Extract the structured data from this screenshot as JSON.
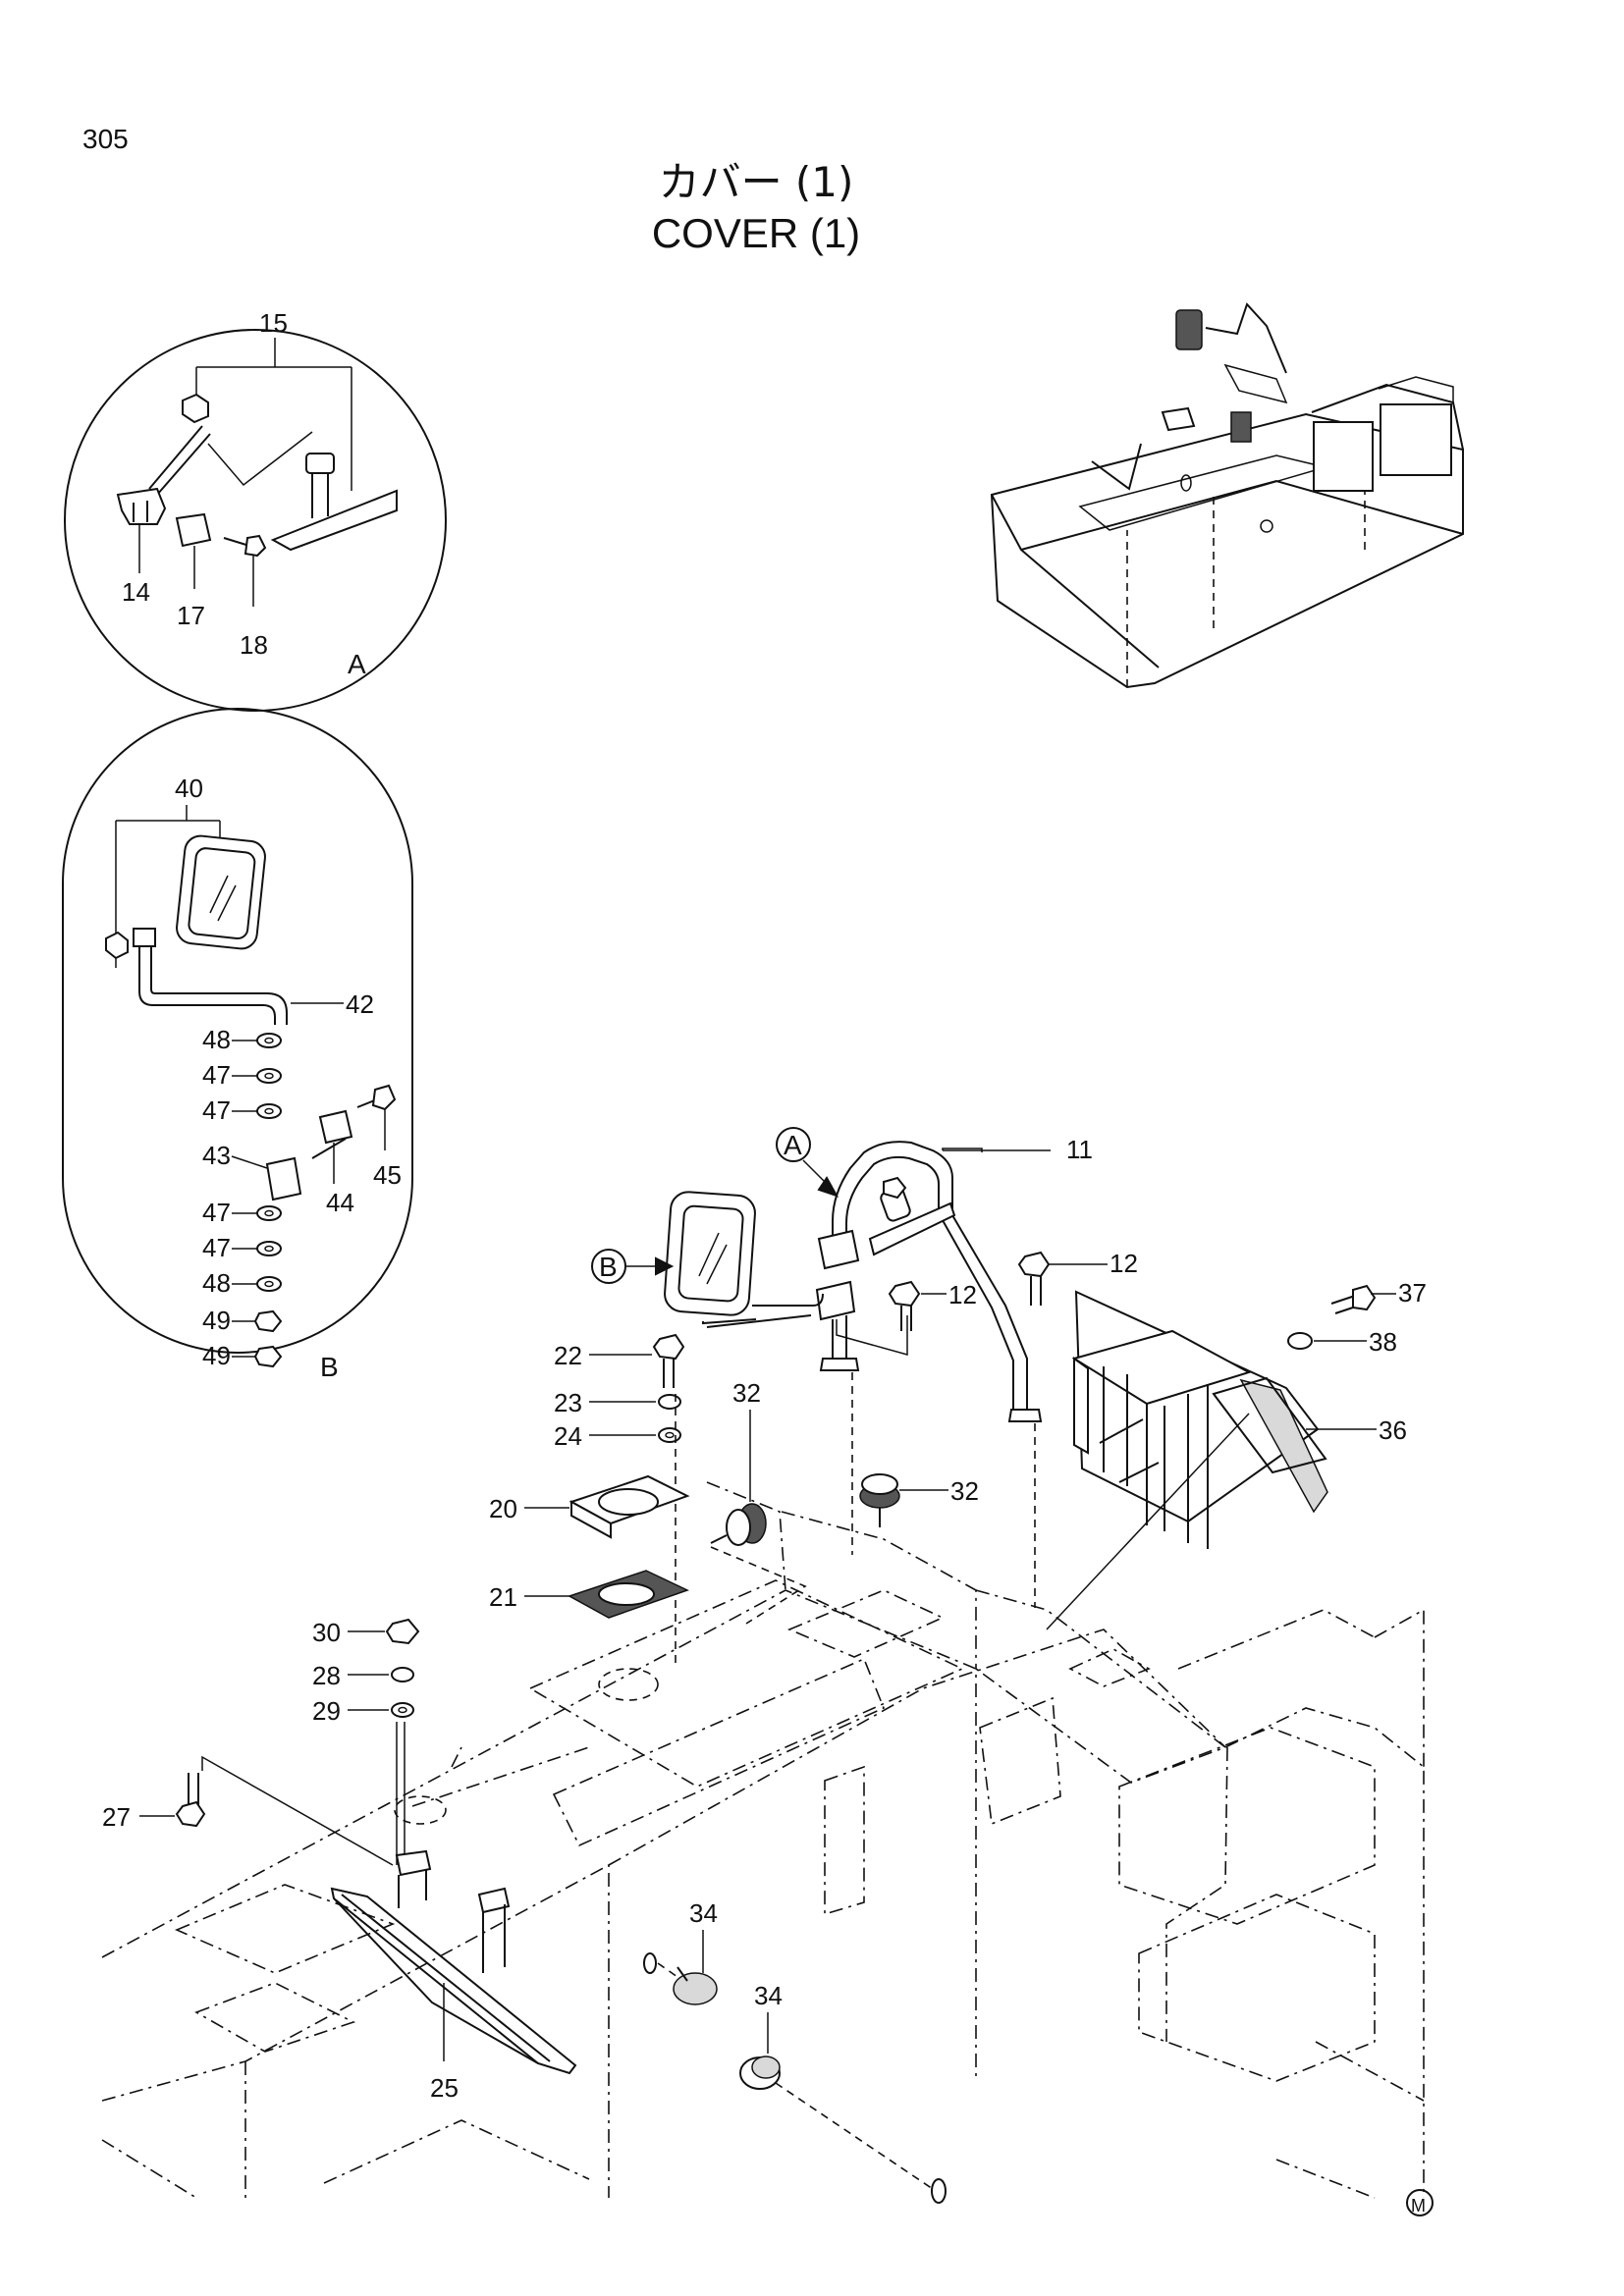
{
  "header": {
    "page_number": "305",
    "title_jp": "カバー (1)",
    "title_en": "COVER (1)"
  },
  "detail_views": [
    {
      "id": "A",
      "letter": "A"
    },
    {
      "id": "B",
      "letter": "B"
    }
  ],
  "callout_markers": {
    "a": "A",
    "b": "B",
    "m": "M"
  },
  "labels": {
    "p15": "15",
    "p14": "14",
    "p17": "17",
    "p18": "18",
    "p40": "40",
    "p42": "42",
    "p48a": "48",
    "p47a": "47",
    "p47b": "47",
    "p43": "43",
    "p44": "44",
    "p45": "45",
    "p47c": "47",
    "p47d": "47",
    "p48b": "48",
    "p49a": "49",
    "p49b": "49",
    "p11": "11",
    "p12a": "12",
    "p12b": "12",
    "p37": "37",
    "p38": "38",
    "p36": "36",
    "p22": "22",
    "p23": "23",
    "p24": "24",
    "p32a": "32",
    "p32b": "32",
    "p20": "20",
    "p21": "21",
    "p30": "30",
    "p28": "28",
    "p29": "29",
    "p27": "27",
    "p25": "25",
    "p34a": "34",
    "p34b": "34"
  }
}
